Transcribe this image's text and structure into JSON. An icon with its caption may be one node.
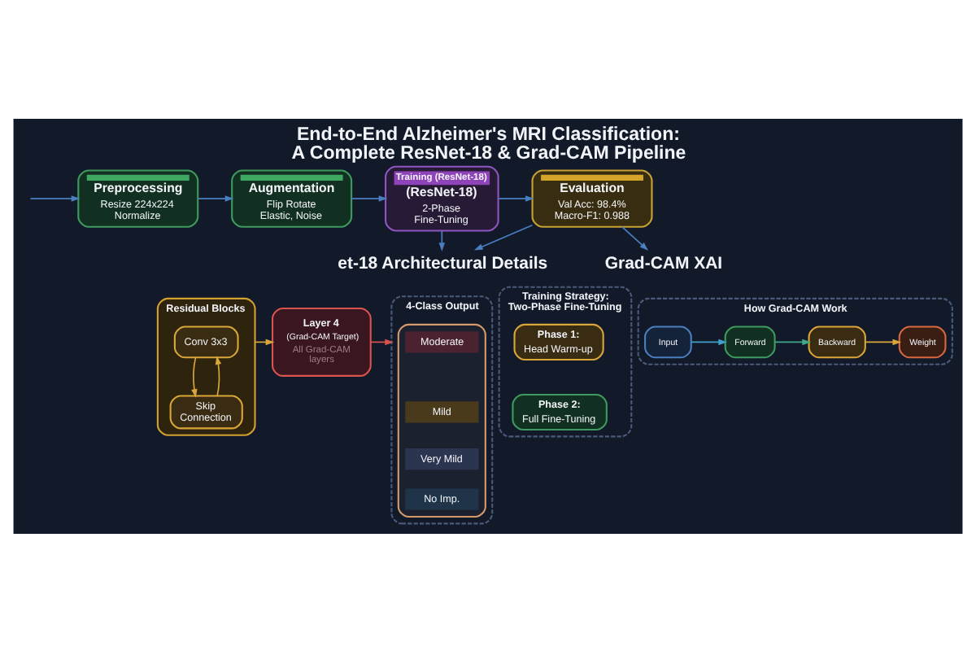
{
  "diagram": {
    "title": "End-to-End Alzheimer's MRI Classification: A Complete ResNet-18 & Grad-CAM Pipeline",
    "nodes": [
      {
        "text": [
          "Preprocessing",
          "Resize 224x224 Normalize"
        ]
      },
      {
        "text": [
          "Augmentation",
          "Flip Rotate Elastic, Noise"
        ]
      },
      {
        "text": [
          "Training (ResNet-18)",
          "(ResNet-18)",
          "2-Phase Fine-Tuning"
        ]
      },
      {
        "text": [
          "Evaluation",
          "Val Acc: 98.4% Macro-F1: 0.988"
        ]
      },
      {
        "text": [
          "et-18 Architectural Details"
        ]
      },
      {
        "text": [
          "Residual Blocks"
        ]
      },
      {
        "text": [
          "Conv 3x3"
        ],
        "in": 5
      },
      {
        "text": [
          "Skip Connection"
        ],
        "in": 5
      },
      {
        "text": [
          "Layer 4",
          "(Grad-CAM Target)",
          "All Grad-CAM layers"
        ]
      },
      {
        "text": [
          "4-Class Output"
        ]
      },
      {
        "text": [],
        "shape": "box",
        "in": 9
      },
      {
        "text": [
          "Moderate"
        ],
        "in": 10
      },
      {
        "text": [
          "Mild"
        ],
        "in": 10
      },
      {
        "text": [
          "Very Mild"
        ],
        "in": 10
      },
      {
        "text": [
          "No Imp."
        ],
        "in": 10
      },
      {
        "text": [
          "Training Strategy: Two-Phase Fine-Tuning"
        ]
      },
      {
        "text": [
          "Phase 1:",
          "Head Warm-up"
        ],
        "in": 15
      },
      {
        "text": [
          "Phase 2:",
          "Full Fine-Tuning"
        ],
        "in": 15
      },
      {
        "text": [
          "Grad-CAM XAI"
        ]
      },
      {
        "text": [
          "How Grad-CAM Work"
        ]
      },
      {
        "text": [
          "Input"
        ],
        "in": 19
      },
      {
        "text": [
          "Forward"
        ],
        "in": 19
      },
      {
        "text": [
          "Backward"
        ],
        "in": 19
      },
      {
        "text": [
          "Weight"
        ],
        "in": 19
      }
    ],
    "edges": [
      {
        "from": null,
        "to": 0,
        "arrow": "to"
      },
      {
        "from": 0,
        "to": 1,
        "arrow": "to"
      },
      {
        "from": 1,
        "to": 2,
        "arrow": "to"
      },
      {
        "from": 2,
        "to": 3,
        "arrow": "to"
      },
      {
        "from": 2,
        "to": 4,
        "arrow": "to"
      },
      {
        "from": 3,
        "to": 4,
        "arrow": "to"
      },
      {
        "from": 3,
        "to": 18,
        "arrow": "to"
      },
      {
        "from": 6,
        "to": 7,
        "arrow": "to",
        "color": "#d9a63a"
      },
      {
        "from": 7,
        "to": 6,
        "arrow": "to",
        "color": "#d9a63a"
      },
      {
        "from": 5,
        "to": 8,
        "arrow": "to",
        "color": "#d9a63a"
      },
      {
        "from": 8,
        "to": 9,
        "arrow": "to",
        "color": "#d9534f"
      },
      {
        "from": 20,
        "to": 21,
        "arrow": "to",
        "color": "#3f9fc8"
      },
      {
        "from": 21,
        "to": 22,
        "arrow": "to",
        "color": "#3fa88a"
      },
      {
        "from": 22,
        "to": 23,
        "arrow": "to",
        "color": "#d9a63a"
      }
    ]
  }
}
